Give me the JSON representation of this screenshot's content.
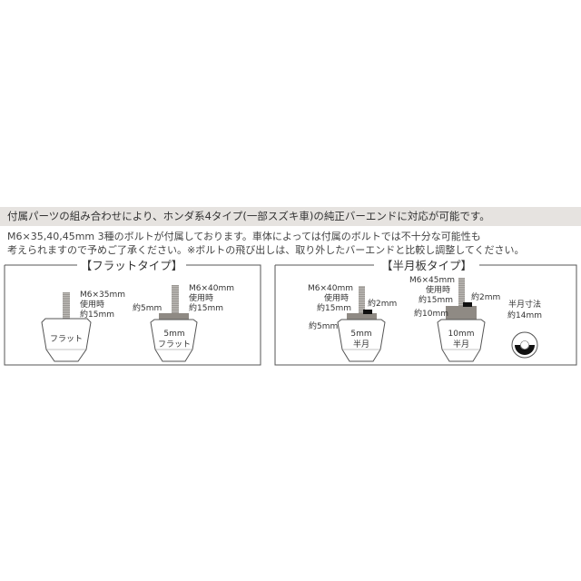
{
  "banner": "付属パーツの組み合わせにより、ホンダ系4タイプ(一部スズキ車)の純正バーエンドに対応が可能です。",
  "notes": [
    "M6×35,40,45mm 3種のボルトが付属しております。車体によっては付属のボルトでは不十分な可能性も",
    "考えられますので予めご了承ください。※ボルトの飛び出しは、取り外したバーエンドと比較し調整してください。"
  ],
  "flat_panel": {
    "title": "【フラットタイプ】",
    "part1": {
      "bolt": "M6×35mm",
      "use": "使用時",
      "len": "約15mm",
      "body": "フラット"
    },
    "part2": {
      "bolt": "M6×40mm",
      "use": "使用時",
      "len": "約15mm",
      "spacer": "約5mm",
      "body1": "5mm",
      "body2": "フラット"
    }
  },
  "halfmoon_panel": {
    "title": "【半月板タイプ】",
    "part1": {
      "bolt": "M6×40mm",
      "use": "使用時",
      "len": "約15mm",
      "nub": "約2mm",
      "spacer": "約5mm",
      "body1": "5mm",
      "body2": "半月"
    },
    "part2": {
      "bolt": "M6×45mm",
      "use": "使用時",
      "len": "約15mm",
      "nub": "約2mm",
      "spacer": "約10mm",
      "body1": "10mm",
      "body2": "半月"
    },
    "size": {
      "label": "半月寸法",
      "value": "約14mm"
    }
  }
}
